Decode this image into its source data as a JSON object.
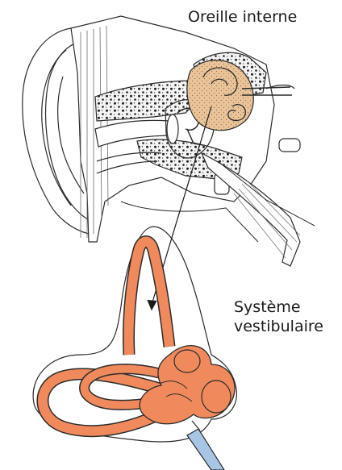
{
  "labels": {
    "inner_ear": "Oreille interne",
    "vestibular_line1": "Système",
    "vestibular_line2": "vestibulaire"
  },
  "colors": {
    "labyrinth_fill": "#f08a5d",
    "bone_fill": "#e9c49a",
    "nerve_blue": "#a9c5e6",
    "line": "#2b2b2b",
    "bone_grey": "#f2f2f2"
  }
}
